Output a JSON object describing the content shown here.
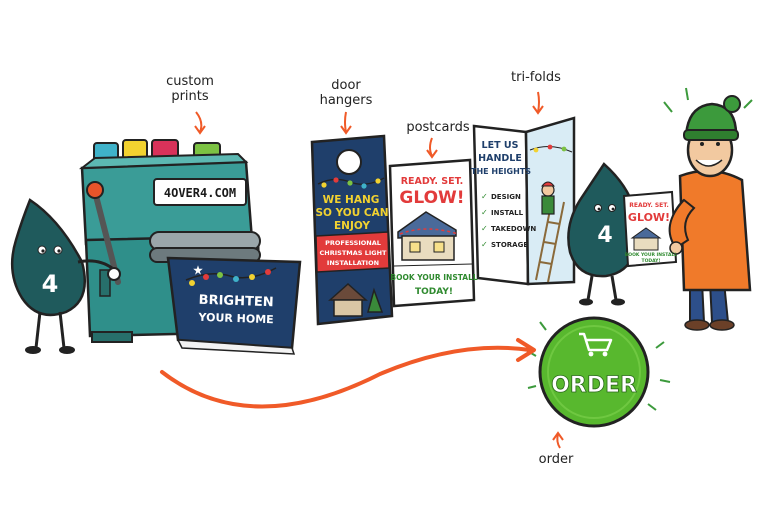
{
  "captions": {
    "custom_prints": "custom\nprints",
    "door_hangers": "door\nhangers",
    "postcards": "postcards",
    "tri_folds": "tri-folds",
    "order": "order"
  },
  "press": {
    "brand": "4OVER4.COM",
    "banner_line1": "BRIGHTEN",
    "banner_line2": "YOUR HOME"
  },
  "mascot": {
    "number": "4"
  },
  "door_hanger": {
    "line1": "WE HANG",
    "line2": "SO YOU CAN",
    "line3": "ENJOY",
    "band_line1": "PROFESSIONAL",
    "band_line2": "CHRISTMAS LIGHT",
    "band_line3": "INSTALLATION"
  },
  "postcard": {
    "line1": "READY. SET.",
    "line2": "GLOW!",
    "cta_line1": "BOOK YOUR INSTALL",
    "cta_line2": "TODAY!"
  },
  "trifold": {
    "line1": "LET US",
    "line2": "HANDLE",
    "line3": "THE HEIGHTS",
    "items": [
      "DESIGN",
      "INSTALL",
      "TAKEDOWN",
      "STORAGE"
    ]
  },
  "mini_card": {
    "line1": "READY. SET.",
    "line2": "GLOW!",
    "cta_line1": "BOOK YOUR INSTALL",
    "cta_line2": "TODAY!"
  },
  "order_button": {
    "label": "ORDER",
    "icon": "cart-icon"
  },
  "colors": {
    "teal": "#2f8f8a",
    "navy": "#1f3f6b",
    "orange_arrow": "#f05a28",
    "order_green": "#58b82e",
    "red": "#e23b3b",
    "hoodie_orange": "#f07a2a",
    "drop_teal": "#1f5a5c"
  }
}
